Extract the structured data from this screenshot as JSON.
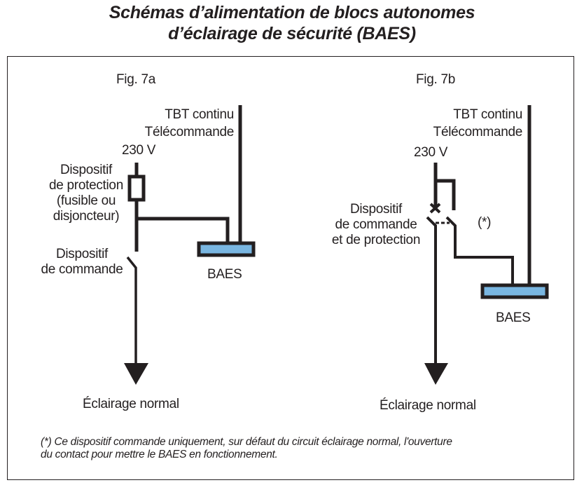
{
  "title": {
    "line1": "Schémas d’alimentation de blocs autonomes",
    "line2": "d’éclairage de sécurité (BAES)"
  },
  "colors": {
    "line": "#231f20",
    "baes_fill": "#79b6e1"
  },
  "fig_a": {
    "label": "Fig. 7a",
    "tbt_line1": "TBT continu",
    "tbt_line2": "Télécommande",
    "voltage": "230 V",
    "protection_lines": [
      "Dispositif",
      "de protection",
      "(fusible ou",
      "disjoncteur)"
    ],
    "command_lines": [
      "Dispositif",
      "de commande"
    ],
    "baes": "BAES",
    "output": "Éclairage normal"
  },
  "fig_b": {
    "label": "Fig. 7b",
    "tbt_line1": "TBT continu",
    "tbt_line2": "Télécommande",
    "voltage": "230 V",
    "device_lines": [
      "Dispositif",
      "de commande",
      "et de protection"
    ],
    "asterisk": "(*)",
    "baes": "BAES",
    "output": "Éclairage normal"
  },
  "footnote": {
    "line1": "(*) Ce dispositif commande uniquement, sur défaut du circuit éclairage normal, l'ouverture",
    "line2": "du contact pour mettre le BAES en fonctionnement."
  }
}
